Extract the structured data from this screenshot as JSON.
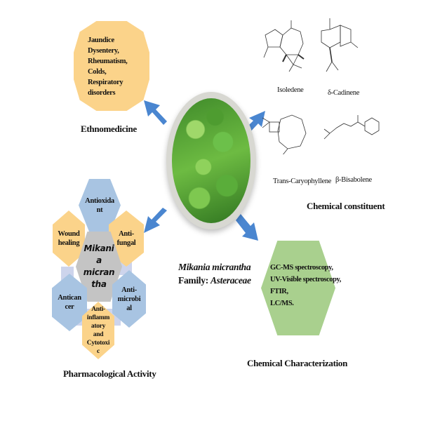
{
  "ethnomedicine": {
    "items": [
      "Jaundice",
      "Dysentery,",
      "Rheumatism,",
      "Colds,",
      "Respiratory",
      "disorders"
    ],
    "title": "Ethnomedicine",
    "color": "#fbd38a"
  },
  "center": {
    "species": "Mikania micrantha",
    "family_label": "Family: ",
    "family": "Asteraceae"
  },
  "chemical_constituent": {
    "title": "Chemical constituent",
    "compounds": [
      "Isoledene",
      "δ-Cadinene",
      "Trans-Caryophyllene",
      "β-Bisabolene"
    ]
  },
  "pharmacological_activity": {
    "title": "Pharmacological Activity",
    "center_label": "Mikani a micran tha",
    "center_lines": [
      "Mikani",
      "a",
      "micran",
      "tha"
    ],
    "activities": [
      {
        "lines": [
          "Antioxida",
          "nt"
        ],
        "color": "#a8c4e2"
      },
      {
        "lines": [
          "Wound",
          "healing"
        ],
        "color": "#fbd38a"
      },
      {
        "lines": [
          "Anti-",
          "fungal"
        ],
        "color": "#fbd38a"
      },
      {
        "lines": [
          "Antican",
          "cer"
        ],
        "color": "#a8c4e2"
      },
      {
        "lines": [
          "Anti-",
          "microbi",
          "al"
        ],
        "color": "#a8c4e2"
      },
      {
        "lines": [
          "Anti-",
          "inflamm",
          "atory",
          "and",
          "Cytotoxi",
          "c"
        ],
        "color": "#fbd38a"
      }
    ]
  },
  "chemical_characterization": {
    "title": "Chemical Characterization",
    "methods": [
      "GC-MS spectroscopy,",
      "UV-Visible spectroscopy,",
      "FTIR,",
      "LC/MS."
    ],
    "color": "#a9d08e"
  },
  "colors": {
    "arrow": "#4a86d0",
    "orange": "#fbd38a",
    "blue": "#a8c4e2",
    "green": "#a9d08e",
    "gray": "#c4c4c4"
  }
}
